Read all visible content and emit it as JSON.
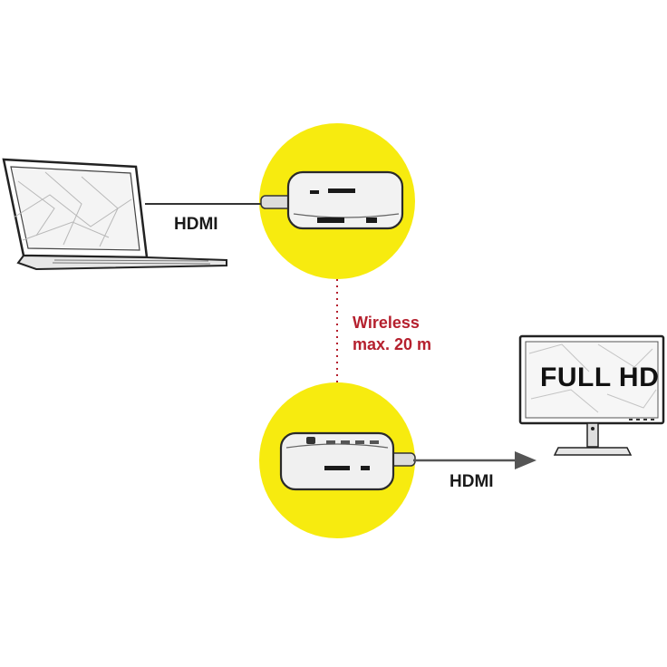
{
  "labels": {
    "hdmi_input": "HDMI",
    "hdmi_output": "HDMI",
    "wireless_line1": "Wireless",
    "wireless_line2": "max. 20 m",
    "monitor_screen": "FULL HD"
  },
  "colors": {
    "yellow_circle": "#f7eb0f",
    "wireless_red": "#b5202e",
    "line": "#333333"
  },
  "icons": {
    "laptop": "laptop-icon",
    "transmitter": "hdmi-transmitter-icon",
    "receiver": "hdmi-receiver-icon",
    "monitor": "monitor-icon",
    "arrow": "arrow-right-icon"
  }
}
